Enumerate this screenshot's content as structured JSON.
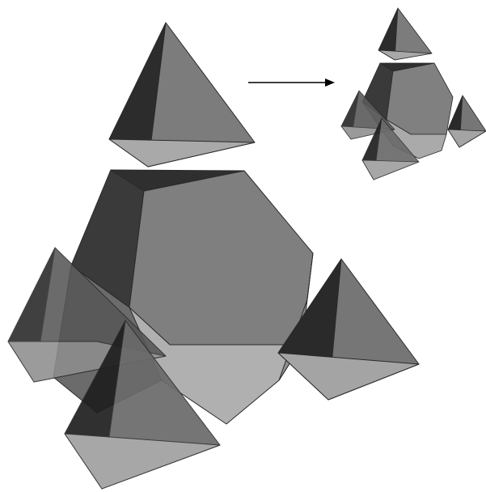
{
  "diagram": {
    "kind": "truncated tetrahedron with four tetrahedra separated from its cut-off corners",
    "solid_count": 5,
    "arrow": "right",
    "colors": {
      "background": "#ffffff",
      "outline": "#2a2a2a",
      "face_dark": "#2e2e2e",
      "face_mid": "#6a6a6a",
      "face_light": "#a6a6a6",
      "arrow": "#000000"
    }
  }
}
